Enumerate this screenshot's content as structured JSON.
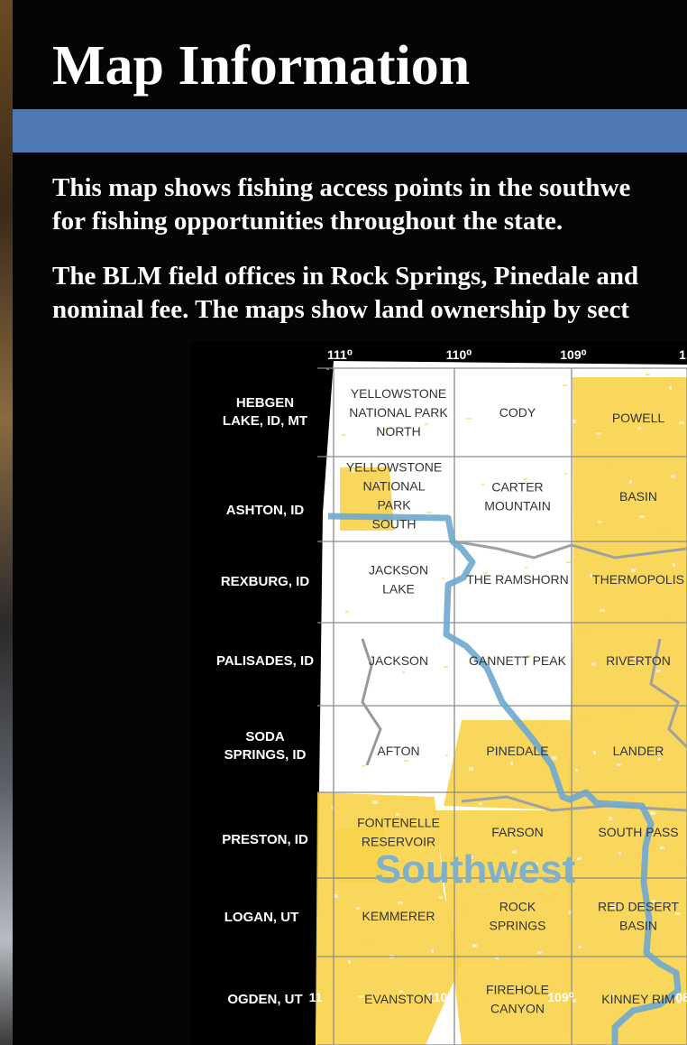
{
  "title": "Map Information",
  "paragraphs": [
    "This map shows fishing access points in the southwe",
    "for fishing opportunities throughout the state.",
    "The BLM field offices in Rock Springs, Pinedale and",
    "nominal fee. The maps show land ownership by sect"
  ],
  "map": {
    "top_longitudes": [
      "111⁰",
      "110⁰",
      "109⁰",
      "1"
    ],
    "bottom_longitudes": [
      "11",
      "110⁰",
      "109⁰",
      "08"
    ],
    "left_labels": [
      [
        "HEBGEN",
        "LAKE, ID, MT"
      ],
      [
        "ASHTON, ID"
      ],
      [
        "REXBURG, ID"
      ],
      [
        "PALISADES, ID"
      ],
      [
        "SODA",
        "SPRINGS, ID"
      ],
      [
        "PRESTON, ID"
      ],
      [
        "LOGAN, UT"
      ],
      [
        "OGDEN, UT"
      ]
    ],
    "quadrangles": [
      [
        "YELLOWSTONE",
        "NATIONAL PARK",
        "NORTH"
      ],
      [
        "CODY"
      ],
      [
        "POWELL"
      ],
      [
        "YELLOWSTONE",
        "NATIONAL",
        "PARK",
        "SOUTH"
      ],
      [
        "CARTER",
        "MOUNTAIN"
      ],
      [
        "BASIN"
      ],
      [
        "JACKSON",
        "LAKE"
      ],
      [
        "THE RAMSHORN"
      ],
      [
        "THERMOPOLIS"
      ],
      [
        "JACKSON"
      ],
      [
        "GANNETT PEAK"
      ],
      [
        "RIVERTON"
      ],
      [
        "AFTON"
      ],
      [
        "PINEDALE"
      ],
      [
        "LANDER"
      ],
      [
        "FONTENELLE",
        "RESERVOIR"
      ],
      [
        "FARSON"
      ],
      [
        "SOUTH PASS"
      ],
      [
        "KEMMERER"
      ],
      [
        "ROCK",
        "SPRINGS"
      ],
      [
        "RED DESERT",
        "BASIN"
      ],
      [
        "EVANSTON"
      ],
      [
        "FIREHOLE",
        "CANYON"
      ],
      [
        "KINNEY RIM"
      ]
    ],
    "region_label": "Southwest",
    "colors": {
      "land": "#ffffff",
      "public_land": "#f7d34a",
      "region_boundary": "#6ea8cf",
      "grid": "#8c8c8c",
      "region_text": "#7fb0cc",
      "band": "#4d78b3"
    }
  }
}
